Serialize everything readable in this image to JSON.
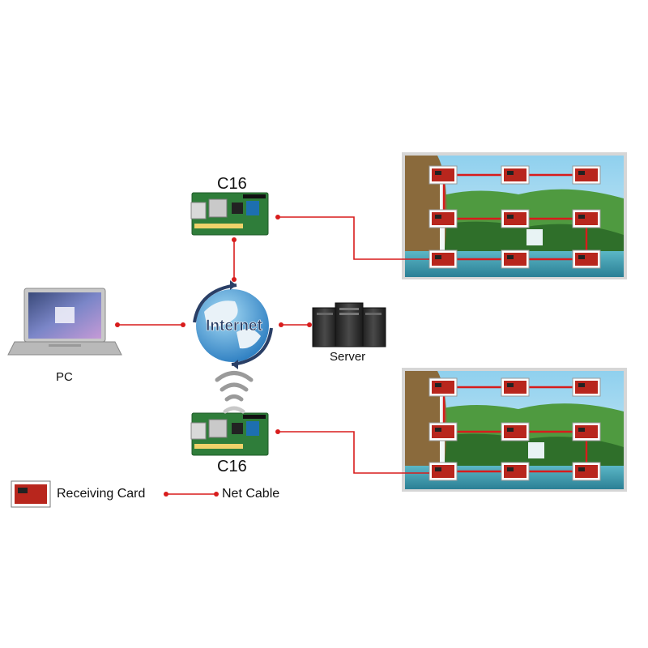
{
  "controllers": [
    {
      "name": "C16"
    },
    {
      "name": "C16"
    }
  ],
  "nodes": {
    "pc": {
      "label": "PC"
    },
    "server": {
      "label": "Server"
    },
    "internet": {
      "label": "Internet"
    }
  },
  "legend": {
    "receiving_card": "Receiving Card",
    "net_cable": "Net Cable"
  },
  "colors": {
    "cable": "#d81c1c",
    "board_green": "#2f7d3a",
    "card_red": "#b8261d",
    "sky": "#79c4e8",
    "foliage": "#3e8a36",
    "water": "#4aa6b8",
    "frame": "#c9c9c9"
  }
}
